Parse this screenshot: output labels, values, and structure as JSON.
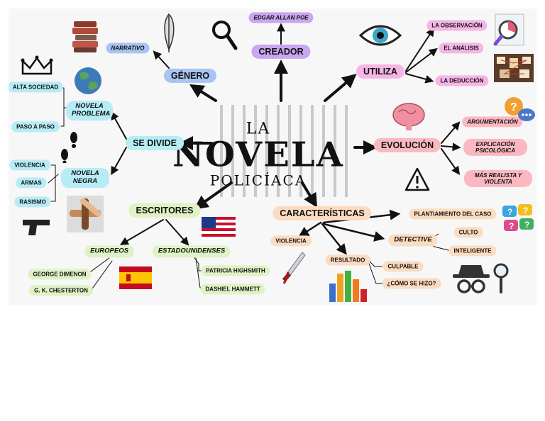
{
  "title": {
    "line1": "LA",
    "main": "NOVELA",
    "line2": "POLICÍACA"
  },
  "nodes": {
    "creador": "CREADOR",
    "edgar": "EDGAR ALLAN POE",
    "genero": "GÉNERO",
    "narrativo": "NARRATIVO",
    "utiliza": "UTILIZA",
    "observacion": "LA OBSERVACIÓN",
    "analisis": "EL ANÁLISIS",
    "deduccion": "LA DEDUCCIÓN",
    "se_divide": "SE DIVIDE",
    "novela_problema": "NOVELA PROBLEMA",
    "alta_sociedad": "ALTA SOCIEDAD",
    "paso_a_paso": "PASO A PASO",
    "novela_negra": "NOVELA NEGRA",
    "violencia_negra": "VIOLENCIA",
    "armas": "ARMAS",
    "rasismo": "RASISMO",
    "evolucion": "EVOLUCIÓN",
    "argumentacion": "ARGUMENTACIÓN",
    "explicacion": "EXPLICACIÓN PSICOLÓGICA",
    "mas_realista": "MÁS REALISTA Y VIOLENTA",
    "escritores": "ESCRITORES",
    "europeos": "EUROPEOS",
    "estadounidenses": "ESTADOUNIDENSES",
    "george": "GEORGE DIMENON",
    "chesterton": "G. K. CHESTERTON",
    "patricia": "PATRICIA HIGHSMITH",
    "dashiel": "DASHIEL HAMMETT",
    "caracteristicas": "CARACTERÍSTICAS",
    "planteamiento": "PLANTIAMIENTO DEL CASO",
    "violencia_car": "VIOLENCIA",
    "detective": "DETECTIVE",
    "culto": "CULTO",
    "inteligente": "INTELIGENTE",
    "resultado": "RESULTADO",
    "culpable": "CULPABLE",
    "como": "¿CÓMO SE HIZO?"
  },
  "icons": {
    "books": "books-icon",
    "feather": "feather-icon",
    "magnifier": "magnifying-glass-icon",
    "eye": "eye-icon",
    "chart": "chart-magnifier-icon",
    "board": "evidence-board-icon",
    "crown": "crown-icon",
    "globe": "globe-icon",
    "footprints": "footprints-icon",
    "hands": "hands-icon",
    "gun": "gun-icon",
    "brain": "brain-icon",
    "speech": "question-speech-icon",
    "warning": "warning-icon",
    "usa": "usa-flag-icon",
    "spain": "spain-flag-icon",
    "knife": "knife-icon",
    "bars": "bar-chart-icon",
    "question_bubbles": "question-bubbles-icon",
    "spy": "detective-spy-icon",
    "lens": "lens-icon"
  }
}
